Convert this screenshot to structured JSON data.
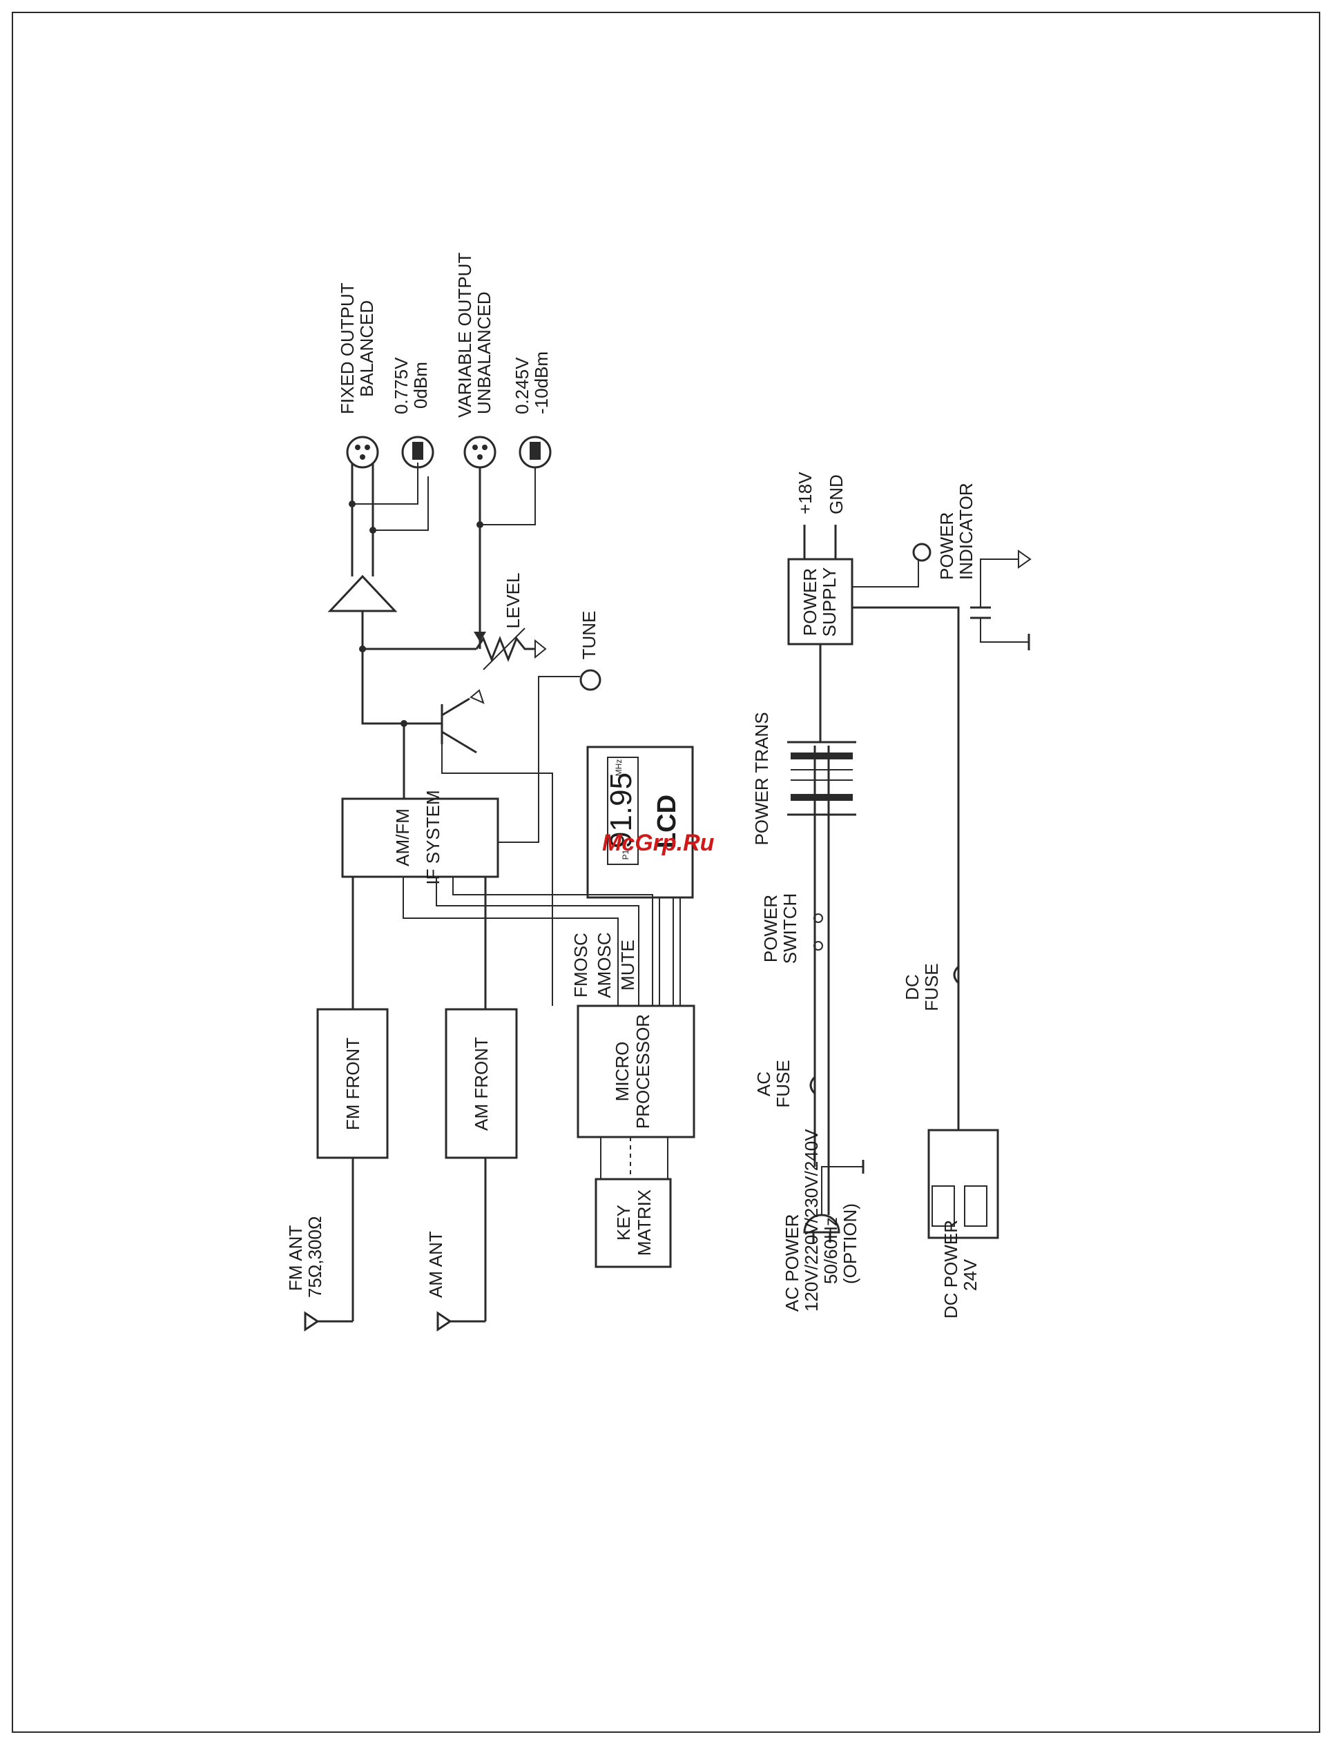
{
  "blocks": {
    "fm_front": "FM FRONT",
    "am_front": "AM FRONT",
    "micro_line1": "MICRO",
    "micro_line2": "PROCESSOR",
    "key_line1": "KEY",
    "key_line2": "MATRIX",
    "if_line1": "AM/FM",
    "if_line2": "IF SYSTEM",
    "lcd": "LCD",
    "lcd_display": "91.95",
    "lcd_unit": "MHz",
    "lcd_preset": "P1",
    "power_supply_line1": "POWER",
    "power_supply_line2": "SUPPLY"
  },
  "labels": {
    "fm_ant_line1": "FM ANT",
    "fm_ant_line2": "75Ω,300Ω",
    "am_ant": "AM ANT",
    "fmosc": "FMOSC",
    "amosc": "AMOSC",
    "mute": "MUTE",
    "tune": "TUNE",
    "level": "LEVEL",
    "fixed_out_line1": "FIXED OUTPUT",
    "fixed_out_line2": "BALANCED",
    "fixed_level_line1": "0.775V",
    "fixed_level_line2": "0dBm",
    "var_out_line1": "VARIABLE OUTPUT",
    "var_out_line2": "UNBALANCED",
    "var_level_line1": "0.245V",
    "var_level_line2": "-10dBm",
    "ac_power_line1": "AC POWER",
    "ac_power_line2": "120V/220V/230V/240V",
    "ac_power_line3": "50/60Hz",
    "ac_power_line4": "(OPTION)",
    "ac_fuse_line1": "AC",
    "ac_fuse_line2": "FUSE",
    "power_switch_line1": "POWER",
    "power_switch_line2": "SWITCH",
    "power_trans": "POWER TRANS",
    "dc_fuse_line1": "DC",
    "dc_fuse_line2": "FUSE",
    "dc_power_line1": "DC POWER",
    "dc_power_line2": "24V",
    "plus18v": "+18V",
    "gnd": "GND",
    "power_ind_line1": "POWER",
    "power_ind_line2": "INDICATOR"
  },
  "watermark": "McGrp.Ru"
}
